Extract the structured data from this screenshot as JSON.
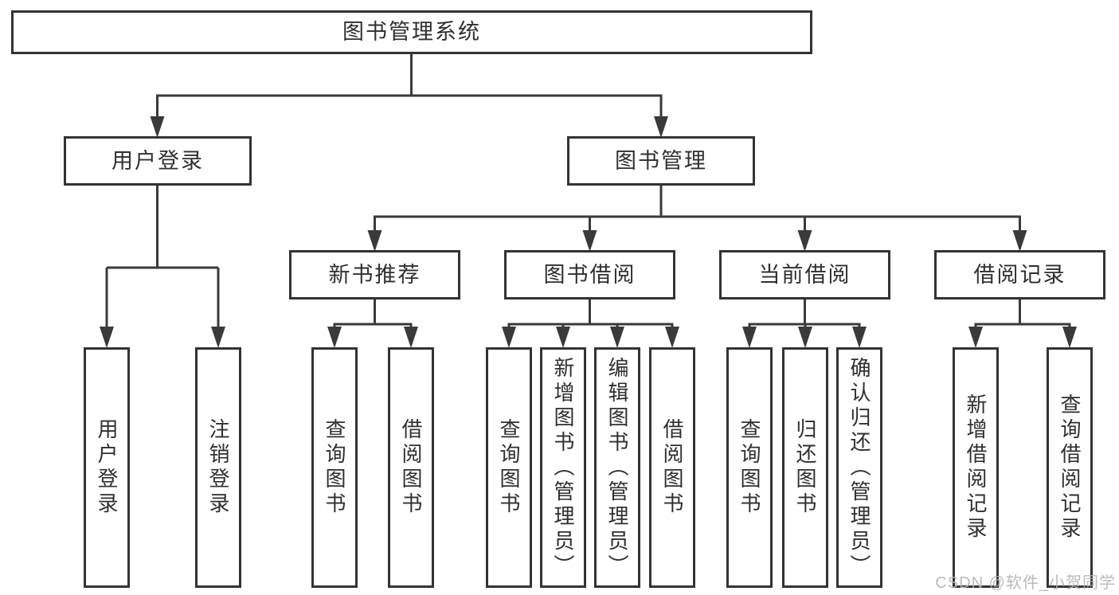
{
  "diagram": {
    "title": "图书管理系统",
    "type": "hierarchy-tree",
    "colors": {
      "line": "#3a3a3a",
      "box_border": "#333333",
      "text": "#2f2f2f",
      "background": "#ffffff",
      "watermark": "#b2b2b2"
    },
    "watermark": "CSDN @软件_小贺同学",
    "nodes": {
      "root": {
        "label": "图书管理系统"
      },
      "user_login": {
        "label": "用户登录"
      },
      "book_management": {
        "label": "图书管理"
      },
      "new_book_recommend": {
        "label": "新书推荐"
      },
      "book_borrowing": {
        "label": "图书借阅"
      },
      "current_borrowing": {
        "label": "当前借阅"
      },
      "borrowing_records": {
        "label": "借阅记录"
      },
      "user_login_leaf": {
        "label": "用户登录"
      },
      "logout_leaf": {
        "label": "注销登录"
      },
      "recommend_query_books": {
        "label": "查询图书"
      },
      "recommend_borrow_books": {
        "label": "借阅图书"
      },
      "borrow_query_books": {
        "label": "查询图书"
      },
      "borrow_add_books": {
        "label": "新增图书（管理员）"
      },
      "borrow_edit_books": {
        "label": "编辑图书（管理员）"
      },
      "borrow_borrow_books": {
        "label": "借阅图书"
      },
      "current_query_books": {
        "label": "查询图书"
      },
      "current_return_books": {
        "label": "归还图书"
      },
      "current_confirm_return": {
        "label": "确认归还（管理员）"
      },
      "records_add_record": {
        "label": "新增借阅记录"
      },
      "records_query_record": {
        "label": "查询借阅记录"
      }
    },
    "edges": [
      {
        "from": "root",
        "to": [
          "user_login",
          "book_management"
        ]
      },
      {
        "from": "user_login",
        "to": [
          "user_login_leaf",
          "logout_leaf"
        ]
      },
      {
        "from": "book_management",
        "to": [
          "new_book_recommend",
          "book_borrowing",
          "current_borrowing",
          "borrowing_records"
        ]
      },
      {
        "from": "new_book_recommend",
        "to": [
          "recommend_query_books",
          "recommend_borrow_books"
        ]
      },
      {
        "from": "book_borrowing",
        "to": [
          "borrow_query_books",
          "borrow_add_books",
          "borrow_edit_books",
          "borrow_borrow_books"
        ]
      },
      {
        "from": "current_borrowing",
        "to": [
          "current_query_books",
          "current_return_books",
          "current_confirm_return"
        ]
      },
      {
        "from": "borrowing_records",
        "to": [
          "records_add_record",
          "records_query_record"
        ]
      }
    ]
  }
}
